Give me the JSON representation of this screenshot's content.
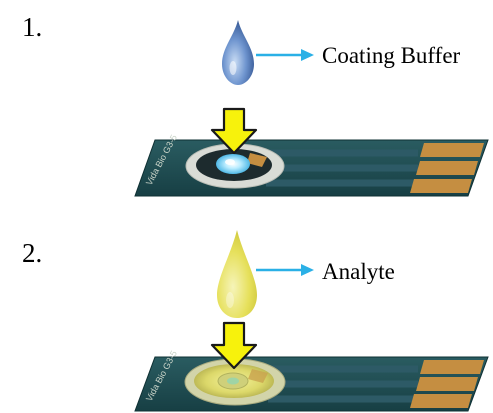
{
  "steps": [
    {
      "number": "1.",
      "label": "Coating Buffer",
      "drop_color": "#5f84c4"
    },
    {
      "number": "2.",
      "label": "Analyte",
      "drop_color": "#e4df57"
    }
  ],
  "strip": {
    "printed_text": "Vida Bio G3-5",
    "colors": {
      "board": "#1f4d52",
      "trace": "#2d5a66",
      "pad": "#c58e41",
      "arrow": "#f7f20c",
      "pointer": "#2ab0e6"
    },
    "well_states": [
      "coated",
      "analyte"
    ]
  }
}
